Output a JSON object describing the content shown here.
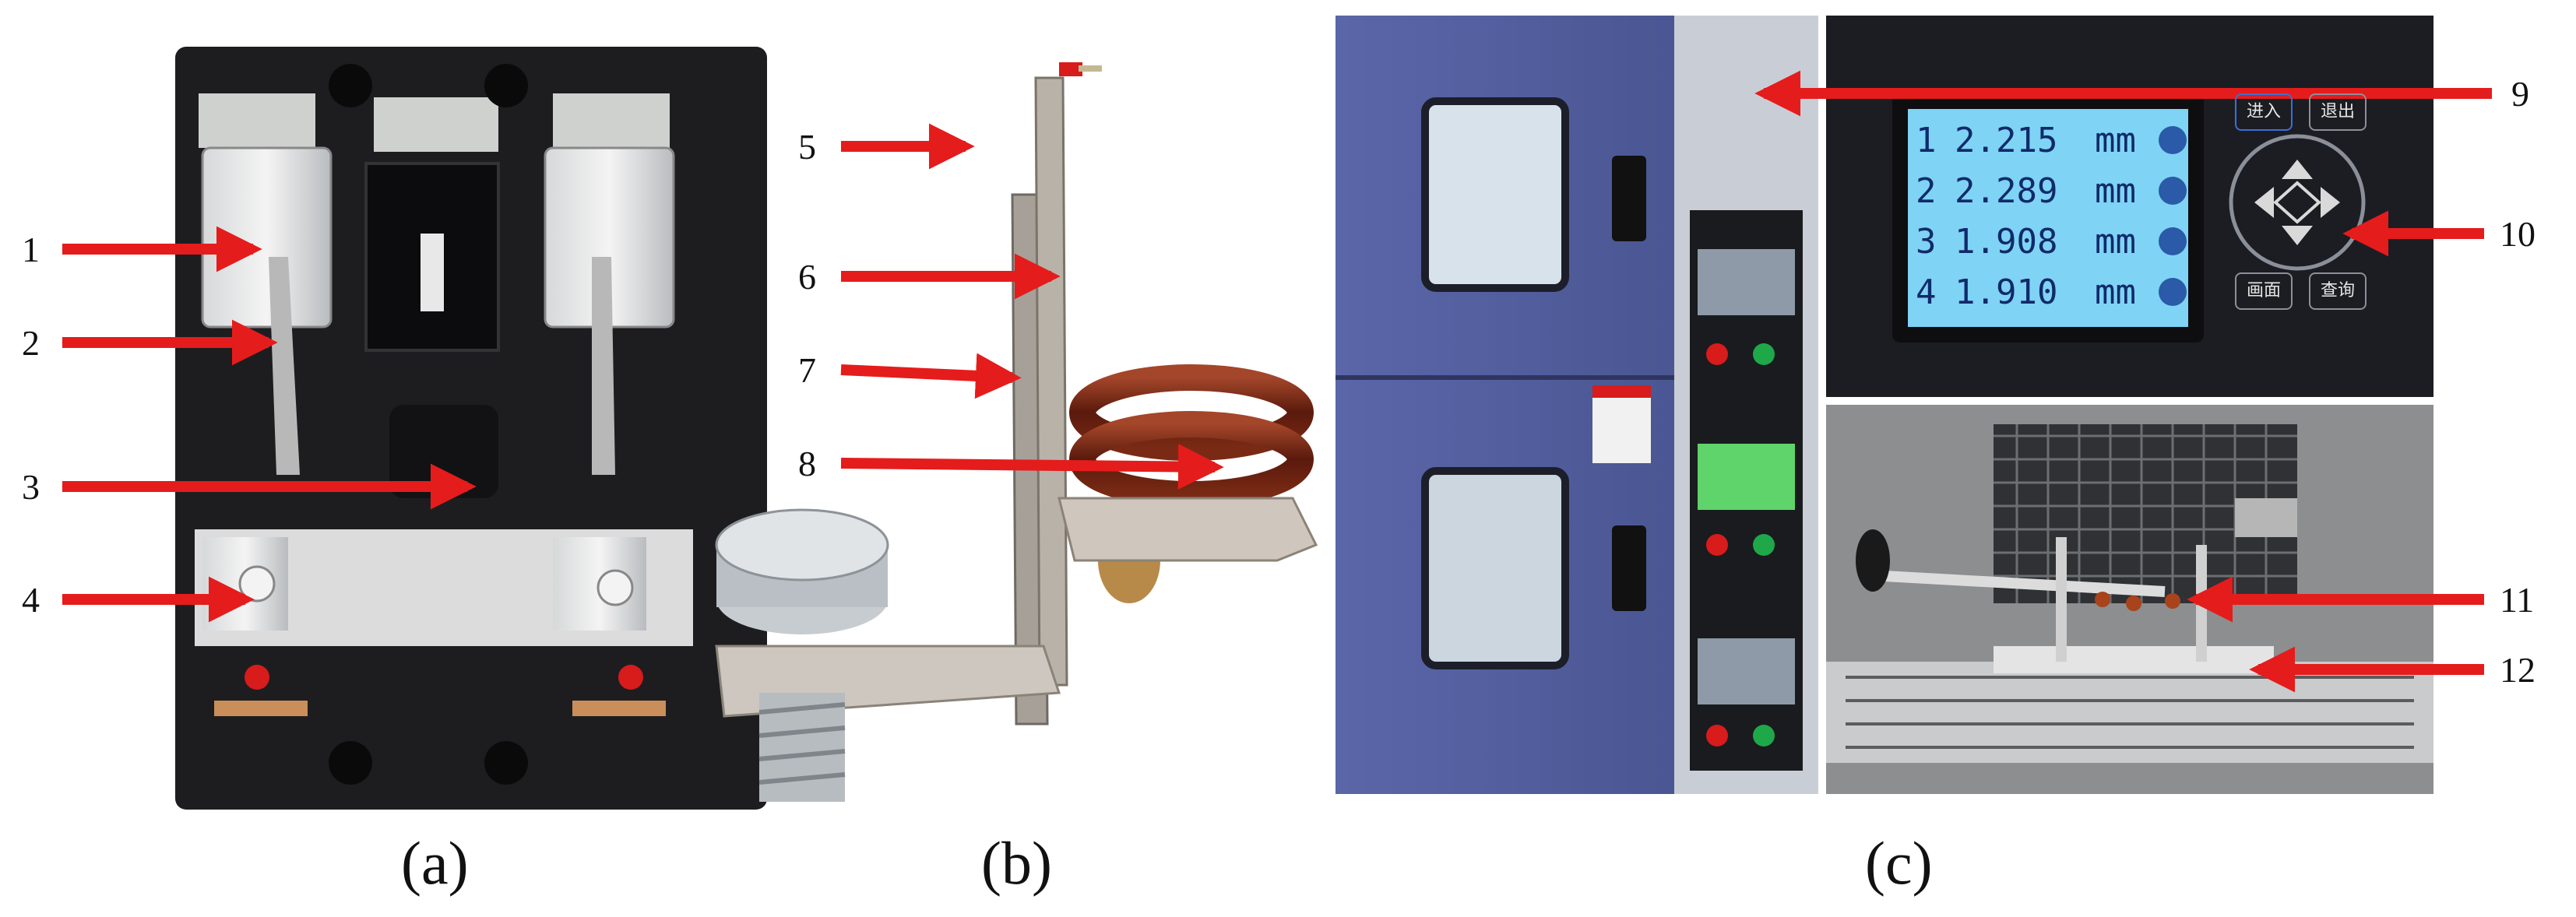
{
  "panels": [
    {
      "id": "a",
      "caption": "(a)"
    },
    {
      "id": "b",
      "caption": "(b)"
    },
    {
      "id": "c",
      "caption": "(c)"
    }
  ],
  "callouts": [
    "1",
    "2",
    "3",
    "4",
    "5",
    "6",
    "7",
    "8",
    "9",
    "10",
    "11",
    "12"
  ],
  "display": {
    "rows": [
      {
        "index": "1",
        "value": "2.215",
        "unit": "mm"
      },
      {
        "index": "2",
        "value": "2.289",
        "unit": "mm"
      },
      {
        "index": "3",
        "value": "1.908",
        "unit": "mm"
      },
      {
        "index": "4",
        "value": "1.910",
        "unit": "mm"
      }
    ],
    "buttons": [
      "进入",
      "退出",
      "画面",
      "查询"
    ]
  },
  "colors": {
    "arrow": "#e51c1c",
    "housing": "#1c1c1e",
    "chamber": "#4e5a96",
    "lcd": "#7fd3f4",
    "copper": "#6b2210"
  },
  "icons": [
    "arrow-right-icon",
    "arrow-left-icon",
    "dpad-icon"
  ]
}
